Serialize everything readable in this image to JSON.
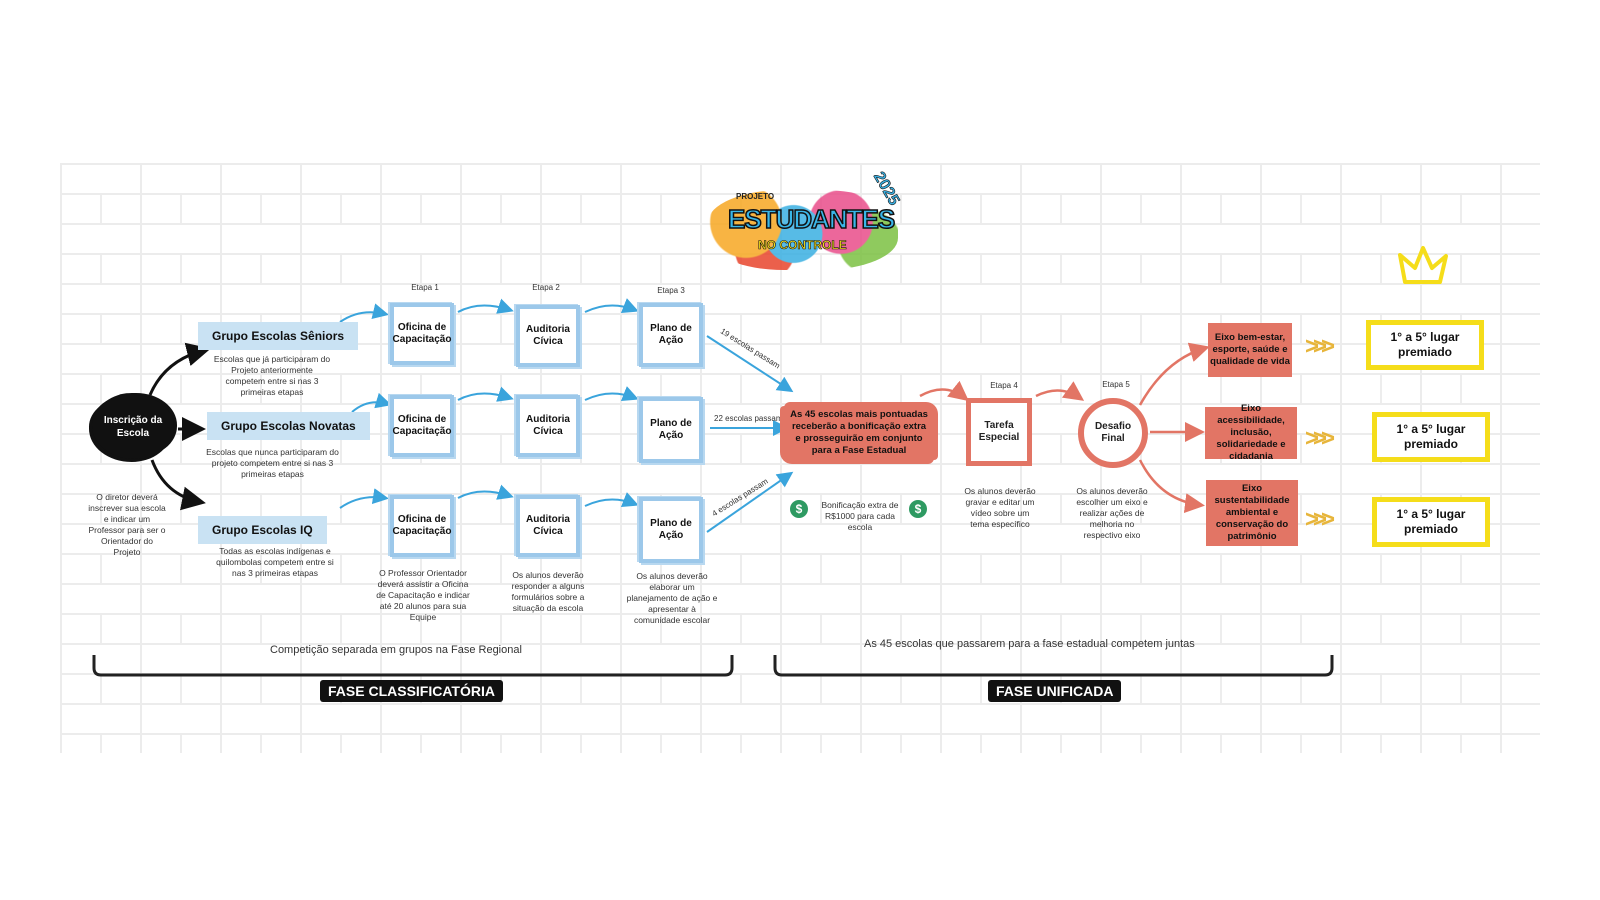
{
  "logo": {
    "top": "PROJETO",
    "main": "ESTUDANTES",
    "bottom": "NO CONTROLE",
    "year": "2025"
  },
  "start": {
    "label": "Inscrição da Escola",
    "note": "O diretor deverá inscrever sua escola e indicar um Professor para ser o Orientador do Projeto"
  },
  "groups": [
    {
      "label": "Grupo Escolas Sêniors",
      "desc": "Escolas que já participaram do Projeto anteriormente competem entre si nas 3 primeiras etapas"
    },
    {
      "label": "Grupo Escolas Novatas",
      "desc": "Escolas que nunca participaram do projeto competem entre si nas 3 primeiras etapas"
    },
    {
      "label": "Grupo Escolas IQ",
      "desc": "Todas as escolas indígenas e quilombolas competem entre si nas 3 primeiras etapas"
    }
  ],
  "stages": {
    "etapa1": "Etapa 1",
    "etapa2": "Etapa 2",
    "etapa3": "Etapa 3",
    "etapa4": "Etapa 4",
    "etapa5": "Etapa 5",
    "oficina": "Oficina de Capacitação",
    "auditoria": "Auditoria Cívica",
    "plano": "Plano de Ação",
    "oficina_desc": "O Professor Orientador deverá assistir a Oficina de Capacitação e indicar até 20 alunos para sua Equipe",
    "auditoria_desc": "Os alunos deverão responder a alguns formulários sobre a situação da escola",
    "plano_desc": "Os alunos deverão elaborar um planejamento de ação e apresentar à comunidade escolar"
  },
  "pass": {
    "a": "19 escolas passam",
    "b": "22 escolas passam",
    "c": "4 escolas passam"
  },
  "state": {
    "label": "As 45 escolas mais pontuadas receberão a bonificação extra e prosseguirão em conjunto para a Fase Estadual",
    "bonus": "Bonificação extra de R$1000 para cada escola",
    "dollar": "$"
  },
  "tarefa": {
    "label": "Tarefa Especial",
    "desc": "Os alunos deverão gravar e editar um vídeo sobre um tema específico"
  },
  "desafio": {
    "label": "Desafio Final",
    "desc": "Os alunos deverão escolher um eixo e realizar ações de melhoria no respectivo eixo"
  },
  "eixos": [
    {
      "label": "Eixo bem-estar, esporte, saúde e qualidade de vida",
      "prize": "1° a 5° lugar premiado"
    },
    {
      "label": "Eixo acessibilidade, inclusão, solidariedade e cidadania",
      "prize": "1° a 5° lugar premiado"
    },
    {
      "label": "Eixo sustentabilidade ambiental e conservação do patrimônio",
      "prize": "1° a 5° lugar premiado"
    }
  ],
  "chevrons": ">>>",
  "bottom": {
    "left_note": "Competição separada em grupos na Fase Regional",
    "left_phase": "FASE CLASSIFICATÓRIA",
    "right_note": "As 45 escolas que passarem para a fase estadual competem juntas",
    "right_phase": "FASE UNIFICADA"
  },
  "colors": {
    "blue": "#9cc8ea",
    "arrow_blue": "#3aa4dc",
    "salmon": "#e27565",
    "yellow": "#f5dd1a",
    "chevron": "#e7b53b",
    "green": "#2e9a62"
  }
}
